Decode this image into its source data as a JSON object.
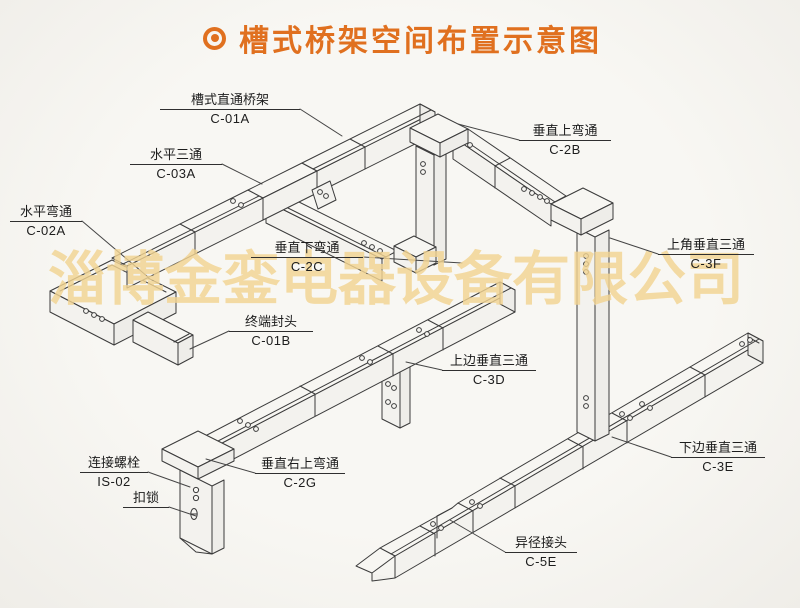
{
  "title": {
    "bullet": "◉",
    "text": "槽式桥架空间布置示意图"
  },
  "watermark": "淄博金銮电器设备有限公司",
  "colors": {
    "accent": "#e0701f",
    "line": "#3b3b3b",
    "watermark": "#f2d492",
    "background": "#f5f4f0"
  },
  "callouts": {
    "c01a": {
      "name": "槽式直通桥架",
      "code": "C-01A"
    },
    "c03a": {
      "name": "水平三通",
      "code": "C-03A"
    },
    "c02a": {
      "name": "水平弯通",
      "code": "C-02A"
    },
    "c2b": {
      "name": "垂直上弯通",
      "code": "C-2B"
    },
    "c2c": {
      "name": "垂直下弯通",
      "code": "C-2C"
    },
    "c01b": {
      "name": "终端封头",
      "code": "C-01B"
    },
    "c3f": {
      "name": "上角垂直三通",
      "code": "C-3F"
    },
    "c3d": {
      "name": "上边垂直三通",
      "code": "C-3D"
    },
    "c3e": {
      "name": "下边垂直三通",
      "code": "C-3E"
    },
    "c5e": {
      "name": "异径接头",
      "code": "C-5E"
    },
    "is02": {
      "name": "连接螺栓",
      "code": "IS-02"
    },
    "kousuo": {
      "name": "扣锁",
      "code": ""
    },
    "c2g": {
      "name": "垂直右上弯通",
      "code": "C-2G"
    }
  }
}
